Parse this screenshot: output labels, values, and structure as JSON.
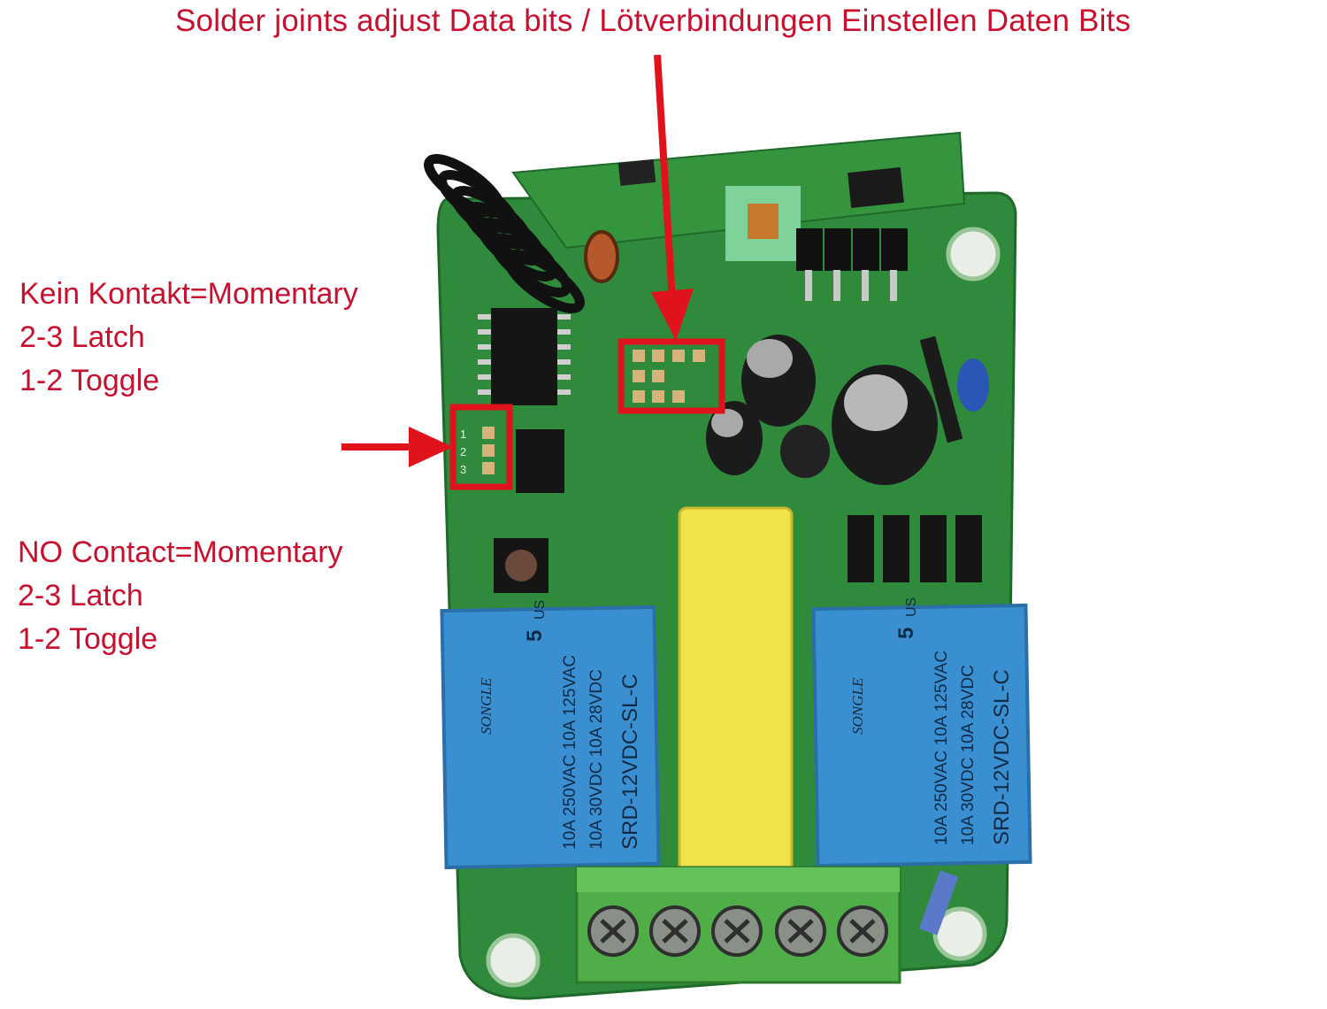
{
  "header": {
    "caption": "Solder joints adjust Data bits / Lötverbindungen Einstellen Daten Bits"
  },
  "notes_de": {
    "line1": "Kein Kontakt=Momentary",
    "line2": "2-3 Latch",
    "line3": "1-2 Toggle"
  },
  "notes_en": {
    "line1": "NO Contact=Momentary",
    "line2": "2-3 Latch",
    "line3": "1-2 Toggle"
  },
  "board": {
    "pad_numbers": [
      "1",
      "2",
      "3"
    ],
    "relay_left": {
      "brand": "SONGLE",
      "model": "SRD-12VDC-SL-C",
      "rating1": "10A 250VAC  10A 125VAC",
      "rating2": "10A 30VDC  10A 28VDC",
      "mark": "5",
      "cert": "US"
    },
    "relay_right": {
      "brand": "SONGLE",
      "model": "SRD-12VDC-SL-C",
      "rating1": "10A 250VAC  10A 125VAC",
      "rating2": "10A 30VDC  10A 28VDC",
      "mark": "5",
      "cert": "US"
    }
  },
  "colors": {
    "annotation_red": "#e0121b",
    "pcb_green": "#2f8a3c",
    "relay_blue": "#3a8fd1",
    "capacitor_yellow": "#f2e24a",
    "terminal_green": "#4fae47"
  }
}
